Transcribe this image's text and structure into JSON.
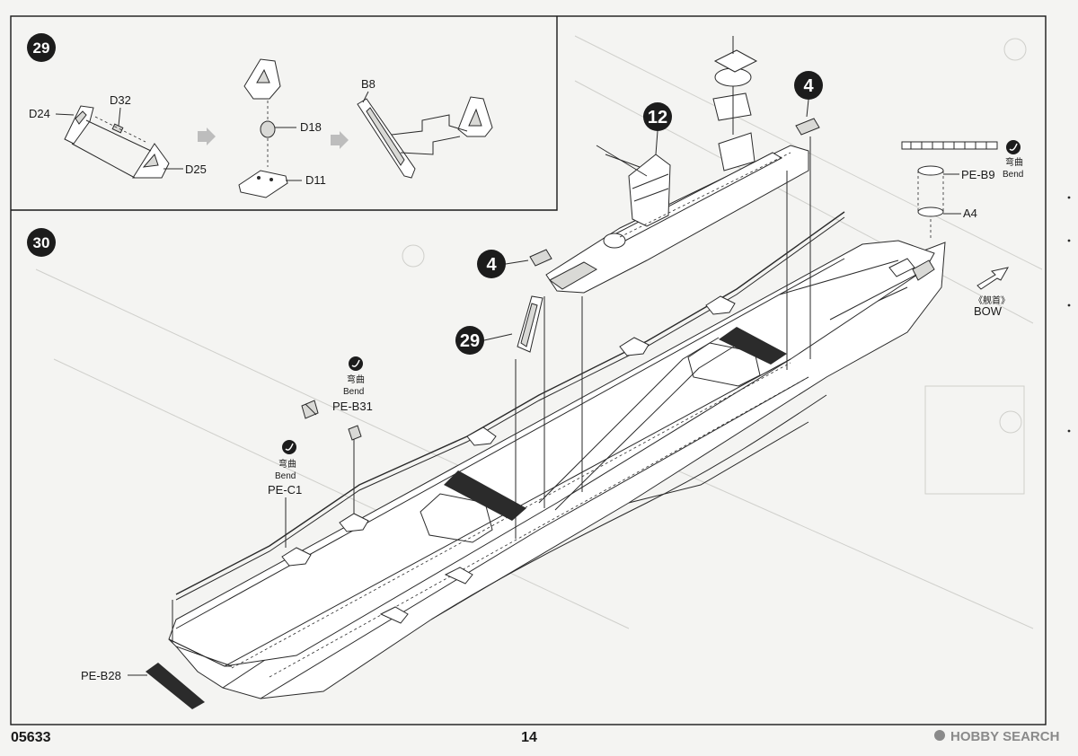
{
  "steps": {
    "step29": {
      "number": "29",
      "parts": [
        "D24",
        "D32",
        "D25",
        "D18",
        "D11",
        "B8"
      ]
    },
    "step30": {
      "number": "30",
      "callouts": [
        "12",
        "4",
        "4",
        "29"
      ],
      "bend_cn": "弯曲",
      "bend_en": "Bend",
      "parts": [
        "PE-B9",
        "A4",
        "PE-B31",
        "PE-C1",
        "PE-B28"
      ],
      "bow_cn": "《舰首》",
      "bow_en": "BOW"
    }
  },
  "footer": {
    "code": "05633",
    "page": "14",
    "watermark": "HOBBY SEARCH"
  },
  "colors": {
    "background": "#f4f4f2",
    "ink": "#1a1a1a",
    "badge": "#1c1c1c",
    "arrow": "#bdbdbd"
  }
}
